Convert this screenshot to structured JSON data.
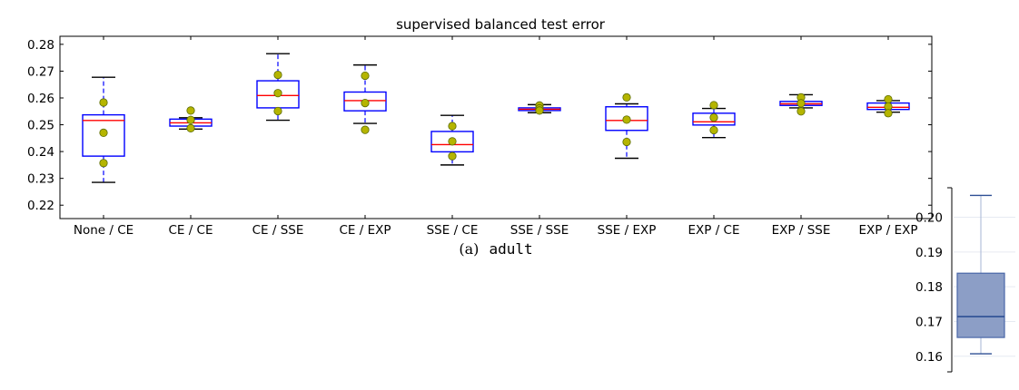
{
  "chart_data": [
    {
      "type": "box",
      "title": "supervised balanced test error",
      "xlabel": "",
      "ylabel": "",
      "ylim": [
        0.215,
        0.283
      ],
      "yticks": [
        "0.22",
        "0.23",
        "0.24",
        "0.25",
        "0.26",
        "0.27",
        "0.28"
      ],
      "grid": false,
      "categories": [
        "None / CE",
        "CE / CE",
        "CE / SSE",
        "CE / EXP",
        "SSE / CE",
        "SSE / SSE",
        "SSE / EXP",
        "EXP / CE",
        "EXP / SSE",
        "EXP / EXP"
      ],
      "boxes": [
        {
          "whislo": 0.2285,
          "q1": 0.2383,
          "med": 0.2516,
          "q3": 0.2537,
          "whishi": 0.2677,
          "points": [
            0.2583,
            0.247,
            0.2357
          ]
        },
        {
          "whislo": 0.2484,
          "q1": 0.2495,
          "med": 0.2507,
          "q3": 0.2521,
          "whishi": 0.2526,
          "points": [
            0.2553,
            0.2518,
            0.2487
          ]
        },
        {
          "whislo": 0.2517,
          "q1": 0.2563,
          "med": 0.2609,
          "q3": 0.2664,
          "whishi": 0.2765,
          "points": [
            0.2686,
            0.2618,
            0.2551
          ]
        },
        {
          "whislo": 0.2505,
          "q1": 0.2552,
          "med": 0.259,
          "q3": 0.2622,
          "whishi": 0.2723,
          "points": [
            0.2683,
            0.2581,
            0.2481
          ]
        },
        {
          "whislo": 0.235,
          "q1": 0.2399,
          "med": 0.2426,
          "q3": 0.2475,
          "whishi": 0.2535,
          "points": [
            0.2495,
            0.2438,
            0.2383
          ]
        },
        {
          "whislo": 0.2545,
          "q1": 0.2553,
          "med": 0.2558,
          "q3": 0.2563,
          "whishi": 0.2575,
          "points": [
            0.2572,
            0.2561,
            0.2553
          ]
        },
        {
          "whislo": 0.2375,
          "q1": 0.2479,
          "med": 0.2516,
          "q3": 0.2567,
          "whishi": 0.2578,
          "points": [
            0.2602,
            0.2519,
            0.2436
          ]
        },
        {
          "whislo": 0.2452,
          "q1": 0.2499,
          "med": 0.2511,
          "q3": 0.2543,
          "whishi": 0.2561,
          "points": [
            0.2573,
            0.2527,
            0.248
          ]
        },
        {
          "whislo": 0.2563,
          "q1": 0.2572,
          "med": 0.2578,
          "q3": 0.2587,
          "whishi": 0.2612,
          "points": [
            0.2602,
            0.258,
            0.255
          ]
        },
        {
          "whislo": 0.2547,
          "q1": 0.2557,
          "med": 0.2565,
          "q3": 0.2581,
          "whishi": 0.259,
          "points": [
            0.2595,
            0.2568,
            0.2543
          ]
        }
      ]
    },
    {
      "type": "box",
      "title": "",
      "xlabel": "",
      "ylabel": "",
      "ylim": [
        0.1555,
        0.2085
      ],
      "yticks": [
        "0.16",
        "0.17",
        "0.18",
        "0.19",
        "0.20"
      ],
      "grid": true,
      "categories": [
        ""
      ],
      "boxes": [
        {
          "whislo": 0.1607,
          "q1": 0.1654,
          "med": 0.1714,
          "q3": 0.1839,
          "whishi": 0.2063,
          "points": []
        }
      ]
    }
  ],
  "caption": {
    "label": "(a)",
    "dataset": "adult"
  },
  "colors": {
    "box_main": "#0000ff",
    "median_main": "#ff0000",
    "whisker": "#0000ff",
    "cap": "#000000",
    "point_fill": "#b5b500",
    "point_edge": "#5a6b00",
    "box_small_fill": "#8c9ec6",
    "box_small_edge": "#4a67a8",
    "median_small": "#2d4f94"
  }
}
